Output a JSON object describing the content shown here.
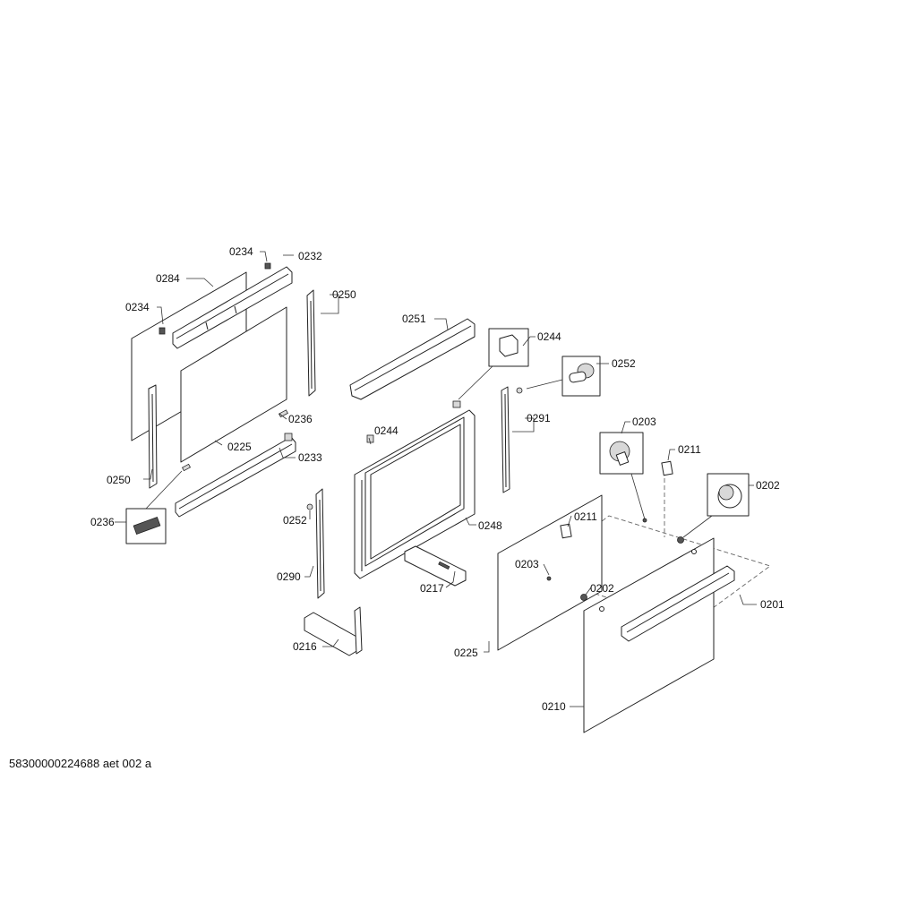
{
  "document_id": "58300000224688 aet 002 a",
  "labels": {
    "l0234a": "0234",
    "l0232": "0232",
    "l0284": "0284",
    "l0234b": "0234",
    "l0250a": "0250",
    "l0251": "0251",
    "l0244a": "0244",
    "l0252a": "0252",
    "l0236a": "0236",
    "l0244b": "0244",
    "l0291": "0291",
    "l0203a": "0203",
    "l0225a": "0225",
    "l0233": "0233",
    "l0211a": "0211",
    "l0250b": "0250",
    "l0202a": "0202",
    "l0236b": "0236",
    "l0252b": "0252",
    "l0248": "0248",
    "l0211b": "0211",
    "l0290": "0290",
    "l0203b": "0203",
    "l0217": "0217",
    "l0202b": "0202",
    "l0201": "0201",
    "l0216": "0216",
    "l0225b": "0225",
    "l0210": "0210"
  }
}
